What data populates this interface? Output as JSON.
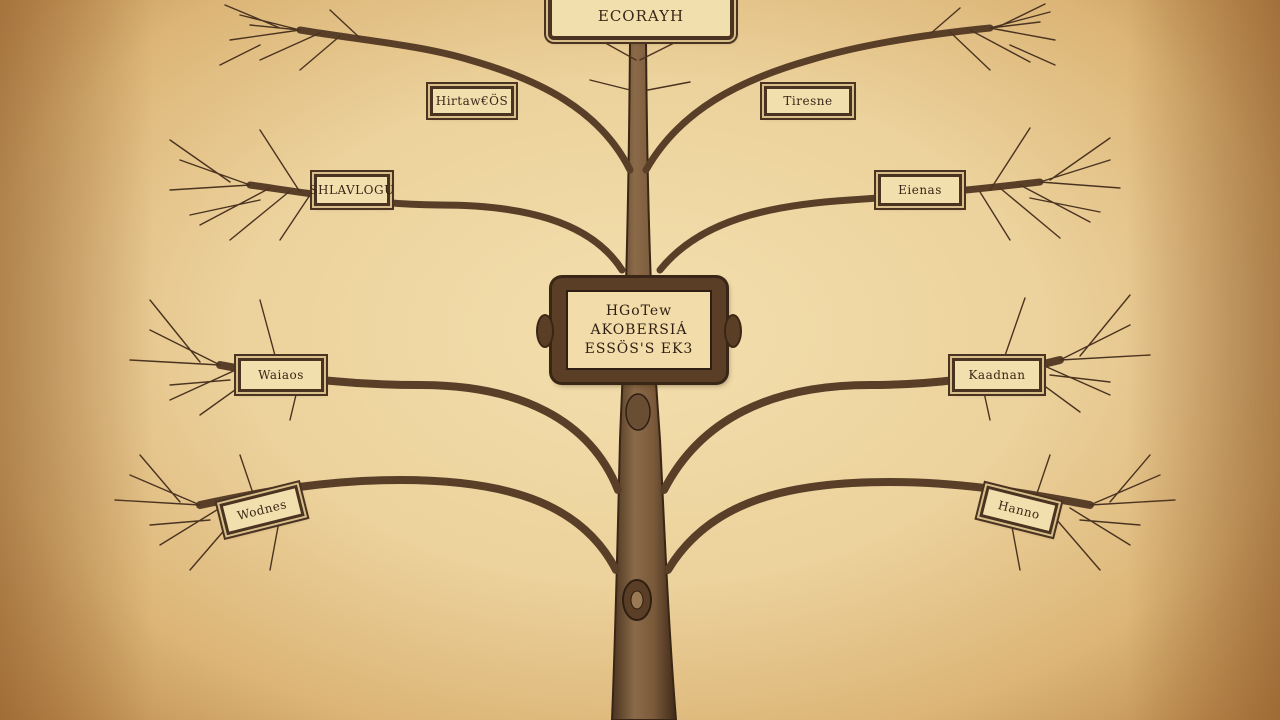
{
  "illustration": {
    "palette": {
      "parchment": "#ecd29c",
      "ink": "#4a3320",
      "trunk": "#6b5038"
    }
  },
  "plaques": {
    "top": "ECORAYH",
    "left_1": "Hirtaw€ÖS",
    "right_1": "Tiresne",
    "left_2": "SHLAVLOGU",
    "right_2": "Eienas",
    "left_3": "Waiaos",
    "right_3": "Kaadnan",
    "left_4": "Wodnes",
    "right_4": "Hanno",
    "center": {
      "line1": "HGoTew",
      "line2": "AKOBERSIÁ",
      "line3": "ESSÖS'S EK3"
    }
  }
}
